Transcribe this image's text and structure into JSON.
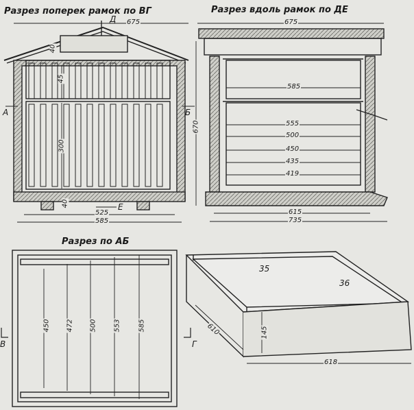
{
  "views": {
    "cross_section": {
      "title": "Разрез поперек рамок по ВГ",
      "dims": {
        "top": "675",
        "d40": "40",
        "d45": "45",
        "d300": "300",
        "d40b": "40",
        "d525": "525",
        "d585": "585"
      },
      "labels": {
        "d": "Д",
        "e": "Е",
        "a": "А",
        "b": "Б"
      }
    },
    "long_section": {
      "title": "Разрез вдоль рамок по ДЕ",
      "dims": {
        "top": "675",
        "d585": "585",
        "d555": "555",
        "d500": "500",
        "d450": "450",
        "d435": "435",
        "d419": "419",
        "d670": "670",
        "d615": "615",
        "d735": "735"
      }
    },
    "plan": {
      "title": "Разрез по АБ",
      "dims": {
        "d450": "450",
        "d472": "472",
        "d500": "500",
        "d553": "553",
        "d585": "585"
      },
      "labels": {
        "v": "В",
        "g": "Г"
      }
    },
    "iso": {
      "labels": {
        "p35": "35",
        "p36": "36"
      },
      "dims": {
        "d610": "610",
        "d145": "145",
        "d618": "618"
      }
    }
  }
}
